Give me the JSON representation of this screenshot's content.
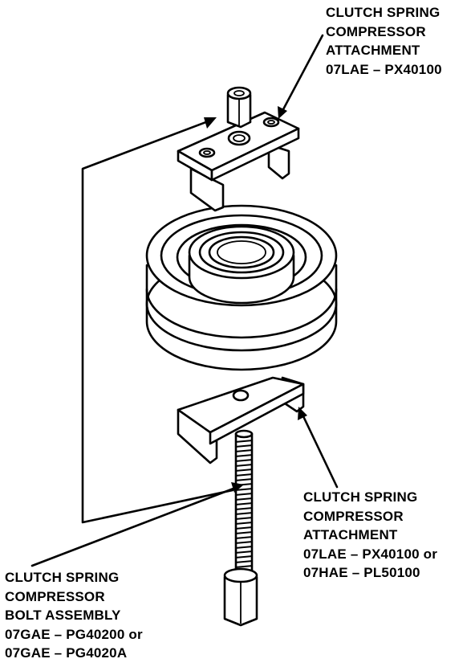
{
  "labels": {
    "top_attachment": {
      "lines": [
        "CLUTCH SPRING",
        "COMPRESSOR",
        "ATTACHMENT",
        "07LAE – PX40100"
      ]
    },
    "bottom_attachment": {
      "lines": [
        "CLUTCH SPRING",
        "COMPRESSOR",
        "ATTACHMENT",
        "07LAE – PX40100 or",
        "07HAE – PL50100"
      ]
    },
    "bolt_assembly": {
      "lines": [
        "CLUTCH SPRING",
        "COMPRESSOR",
        "BOLT ASSEMBLY",
        "07GAE – PG40200 or",
        "07GAE – PG4020A"
      ]
    }
  },
  "colors": {
    "ink": "#000000",
    "paper": "#ffffff"
  }
}
